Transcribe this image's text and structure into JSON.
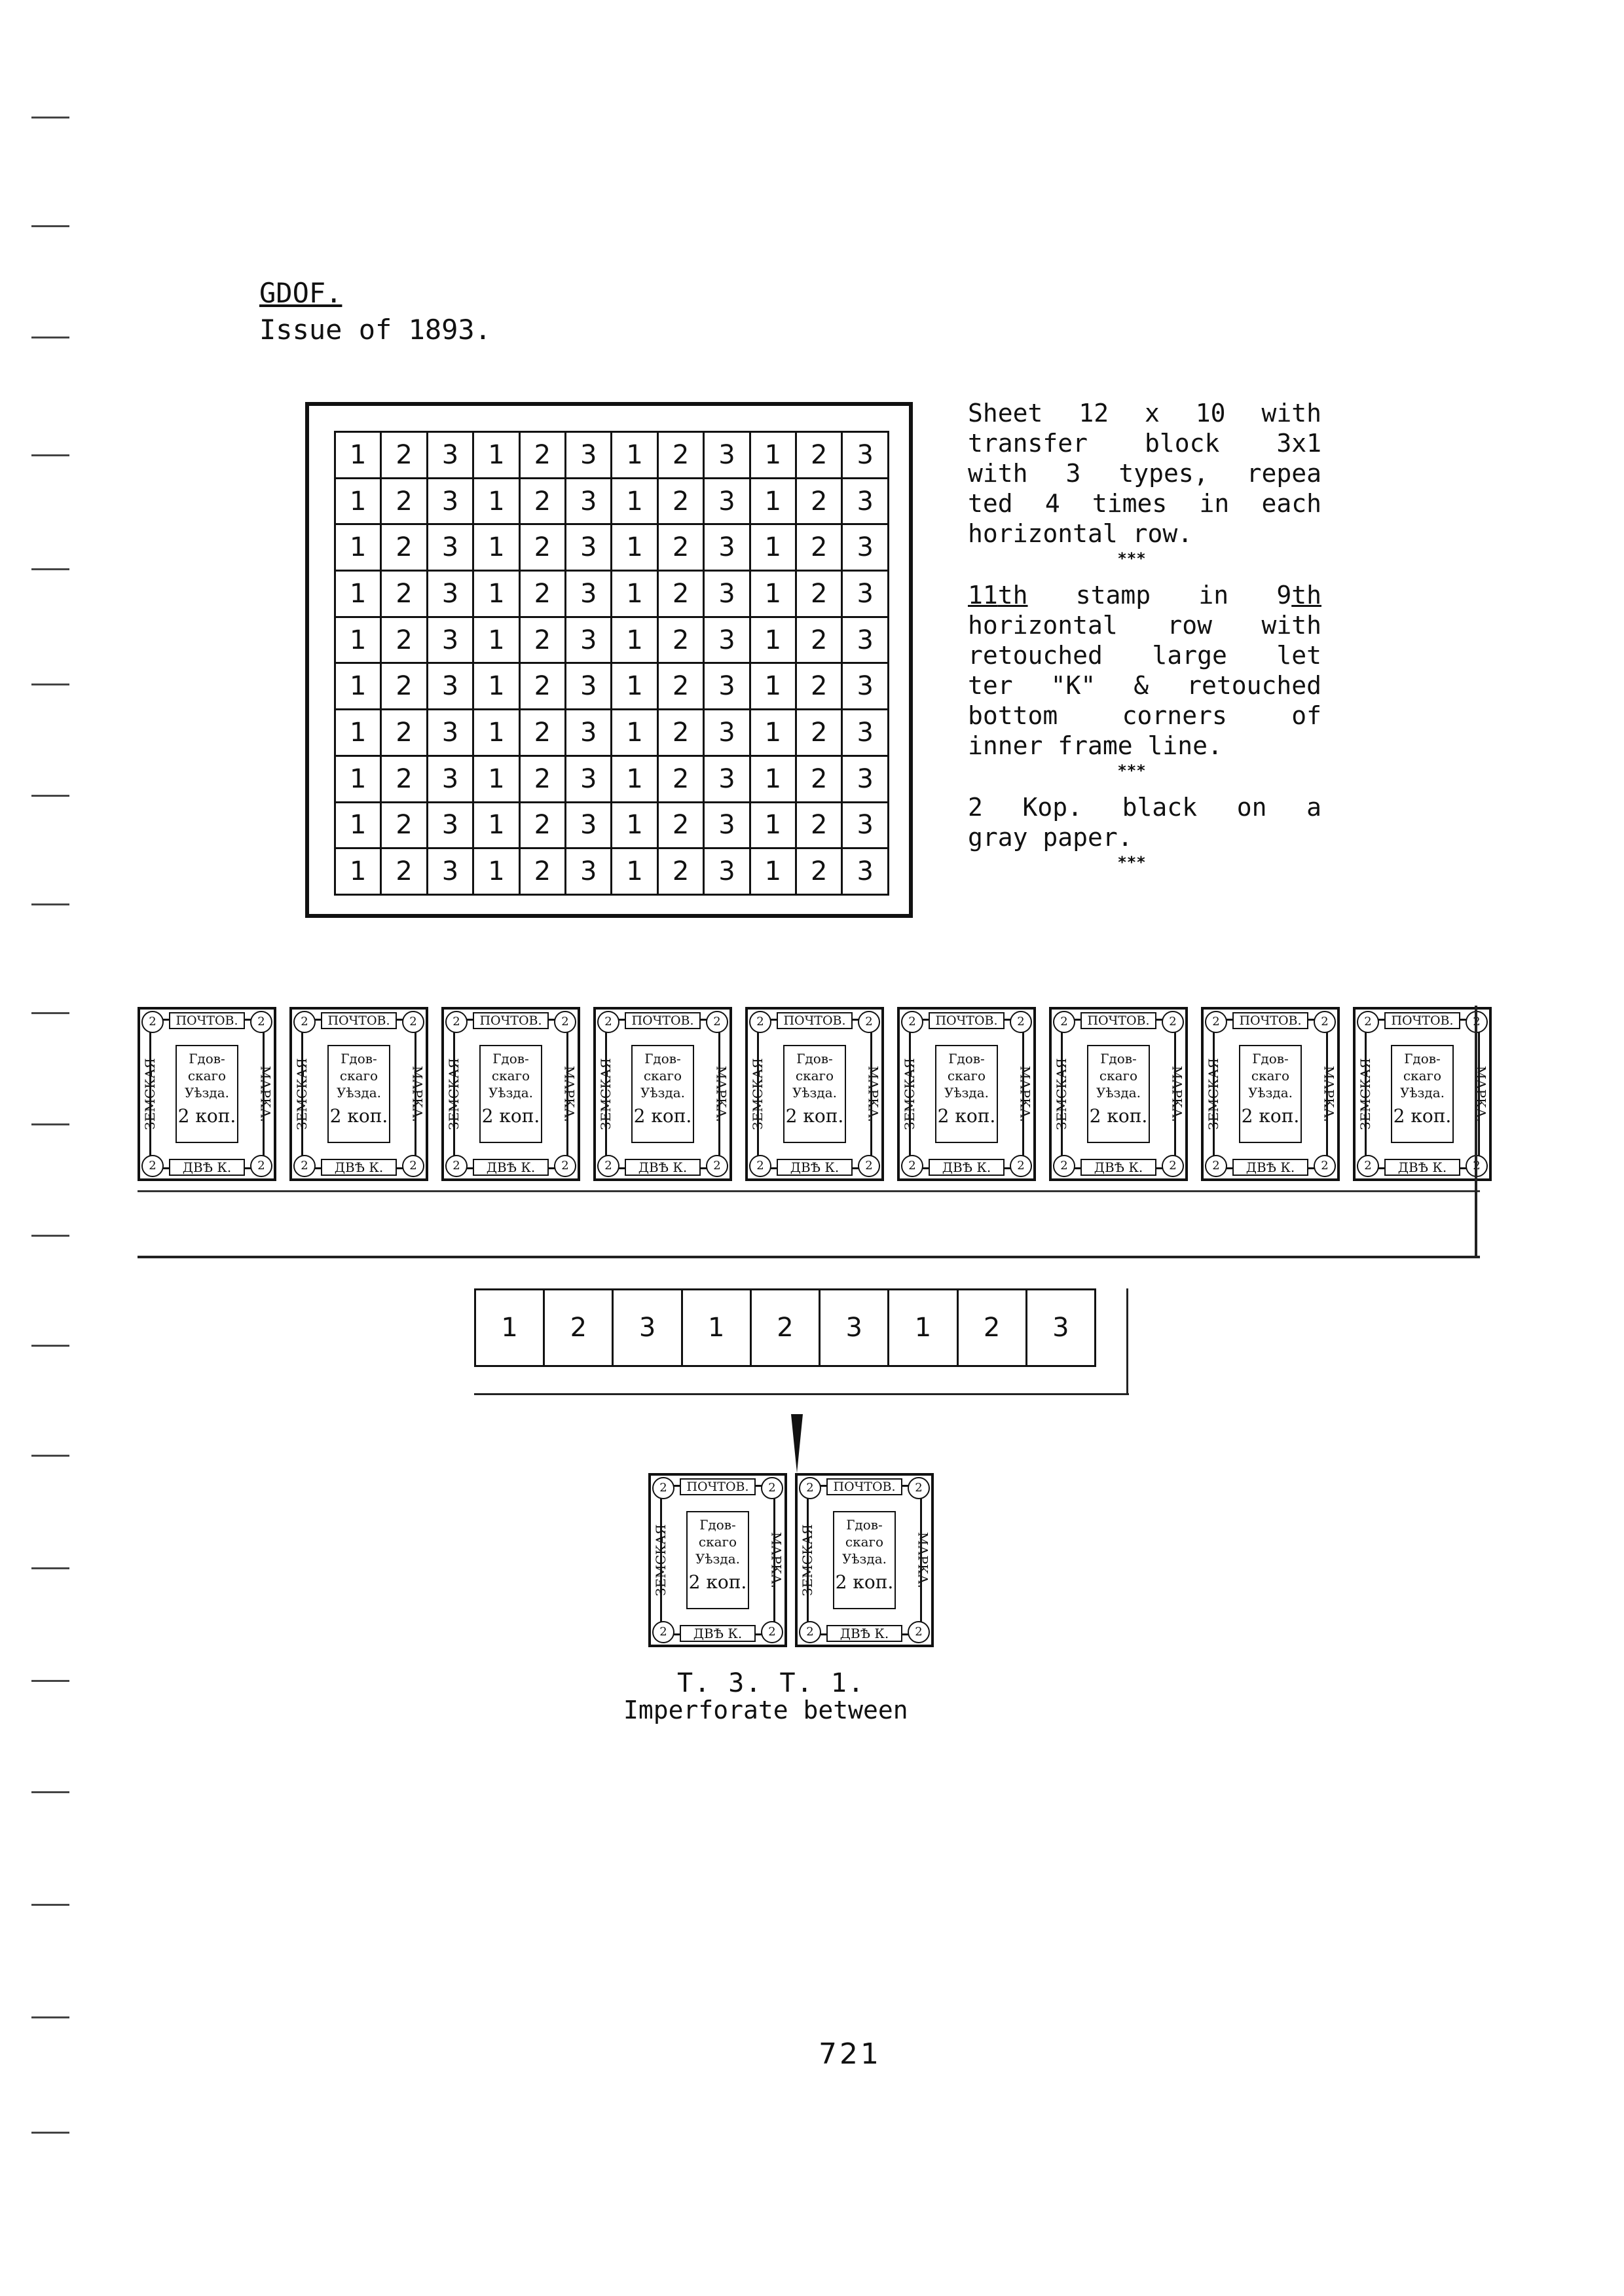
{
  "heading": {
    "title": "GDOF.",
    "subtitle": "Issue of 1893."
  },
  "sheet": {
    "rows": [
      [
        "1",
        "2",
        "3",
        "1",
        "2",
        "3",
        "1",
        "2",
        "3",
        "1",
        "2",
        "3"
      ],
      [
        "1",
        "2",
        "3",
        "1",
        "2",
        "3",
        "1",
        "2",
        "3",
        "1",
        "2",
        "3"
      ],
      [
        "1",
        "2",
        "3",
        "1",
        "2",
        "3",
        "1",
        "2",
        "3",
        "1",
        "2",
        "3"
      ],
      [
        "1",
        "2",
        "3",
        "1",
        "2",
        "3",
        "1",
        "2",
        "3",
        "1",
        "2",
        "3"
      ],
      [
        "1",
        "2",
        "3",
        "1",
        "2",
        "3",
        "1",
        "2",
        "3",
        "1",
        "2",
        "3"
      ],
      [
        "1",
        "2",
        "3",
        "1",
        "2",
        "3",
        "1",
        "2",
        "3",
        "1",
        "2",
        "3"
      ],
      [
        "1",
        "2",
        "3",
        "1",
        "2",
        "3",
        "1",
        "2",
        "3",
        "1",
        "2",
        "3"
      ],
      [
        "1",
        "2",
        "3",
        "1",
        "2",
        "3",
        "1",
        "2",
        "3",
        "1",
        "2",
        "3"
      ],
      [
        "1",
        "2",
        "3",
        "1",
        "2",
        "3",
        "1",
        "2",
        "3",
        "1",
        "2",
        "3"
      ],
      [
        "1",
        "2",
        "3",
        "1",
        "2",
        "3",
        "1",
        "2",
        "3",
        "1",
        "2",
        "3"
      ]
    ]
  },
  "notes": {
    "p1": [
      "Sheet 12 x 10  with",
      "transfer  block 3x1",
      "with 3 types, repea",
      "ted 4 times in each",
      "horizontal row."
    ],
    "stars": "***",
    "p2_lead": "11",
    "p2_lead_sup": "th",
    "p2_lead_mid": " stamp in ",
    "p2_lead_num": "9",
    "p2_lead_sup2": "th",
    "p2": [
      "horizontal row with",
      "retouched large let",
      "ter \"K\" & retouched",
      "bottom  corners  of",
      "inner frame line."
    ],
    "p3": [
      "2 Kop. black  on  a",
      "gray paper."
    ]
  },
  "stamp": {
    "top": "ПОЧТОВ.",
    "left": "ЗЕМСКАЯ",
    "right": "МАРКА.",
    "center": [
      "Гдов-",
      "скаго",
      "Уѣзда."
    ],
    "value": "2 коп.",
    "bottom": "ДВѢ К.",
    "corner": "2"
  },
  "strip": {
    "count": 9
  },
  "type_row": [
    "1",
    "2",
    "3",
    "1",
    "2",
    "3",
    "1",
    "2",
    "3"
  ],
  "captions": {
    "types": "T. 3.   T. 1.",
    "imperf": "Imperforate between"
  },
  "page_number": "721"
}
